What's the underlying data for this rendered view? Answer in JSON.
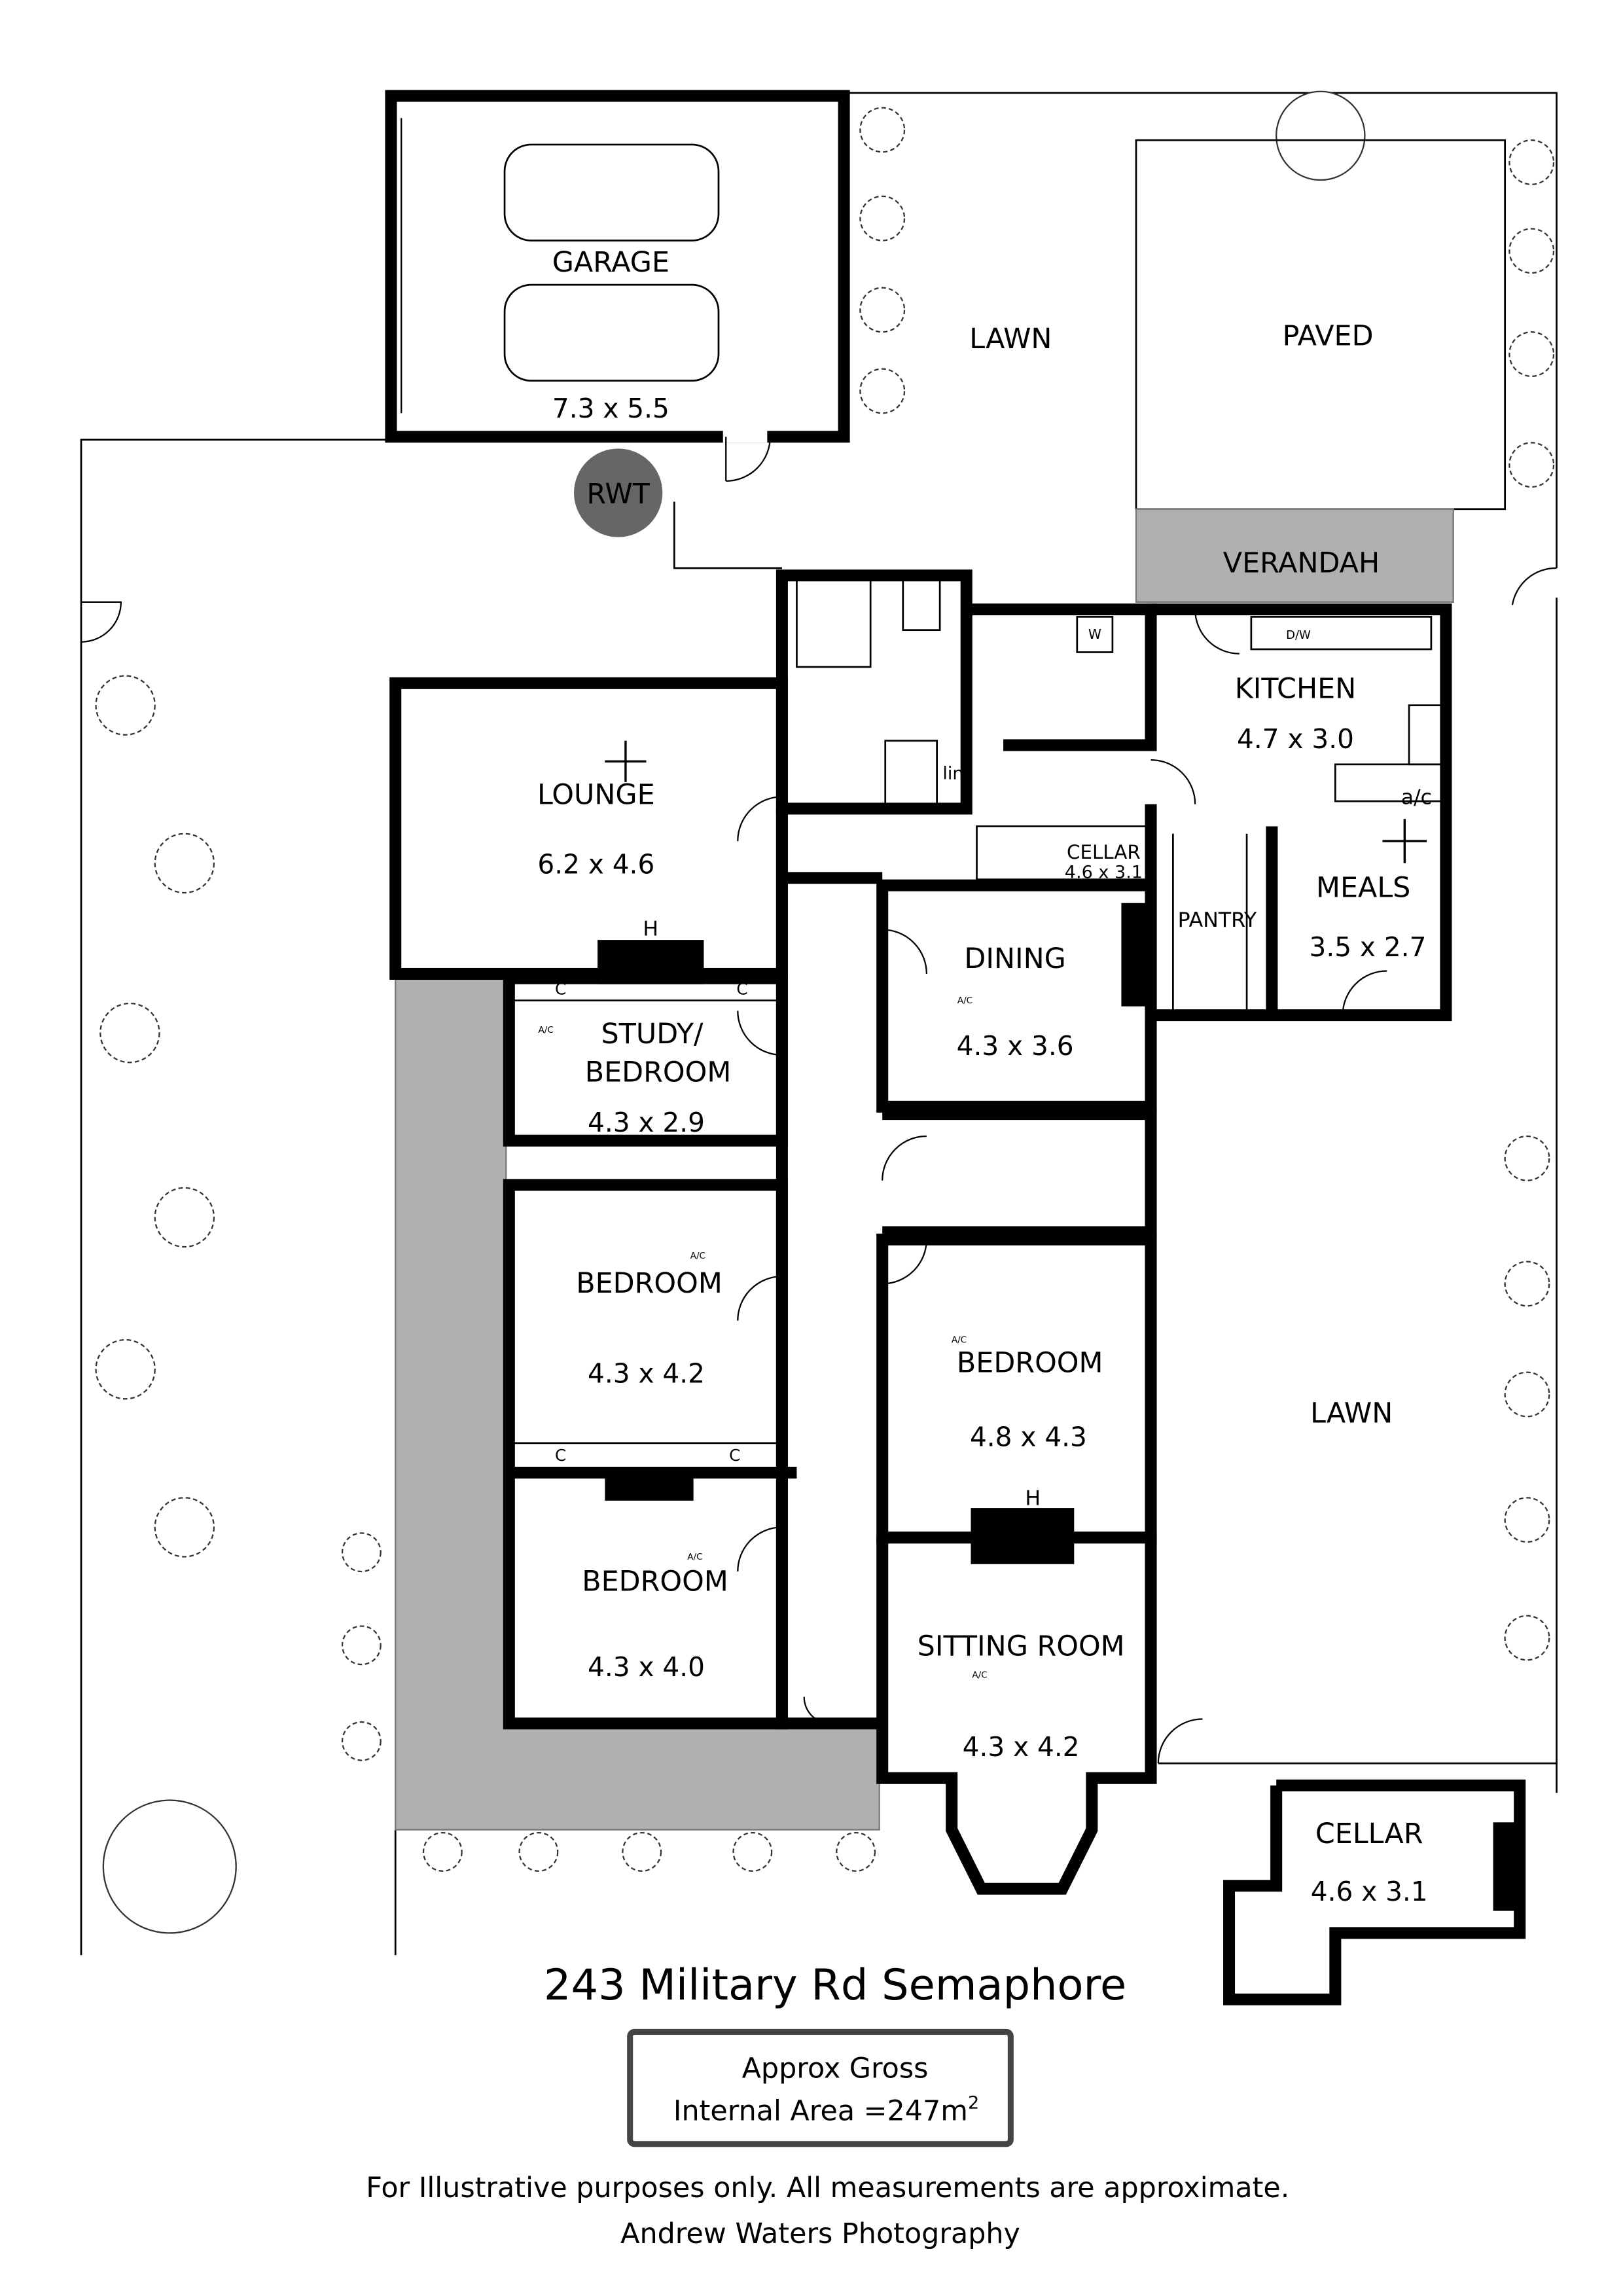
{
  "plan": {
    "garage": {
      "name": "GARAGE",
      "dims": "7.3 x 5.5"
    },
    "rwt": "RWT",
    "lawn_top": "LAWN",
    "paved": "PAVED",
    "verandah": "VERANDAH",
    "kitchen": {
      "name": "KITCHEN",
      "dims": "4.7 x 3.0"
    },
    "dw": "D/W",
    "washer": "W",
    "ac_kitchen": "a/c",
    "lounge": {
      "name": "LOUNGE",
      "dims": "6.2 x 4.6",
      "fireplace": "H"
    },
    "cellar_inner": {
      "name": "CELLAR",
      "dims": "4.6 x 3.1"
    },
    "pantry": "PANTRY",
    "meals": {
      "name": "MEALS",
      "dims": "3.5 x 2.7"
    },
    "dining": {
      "name": "DINING",
      "dims": "4.3 x 3.6",
      "ac": "A/C"
    },
    "study": {
      "name1": "STUDY/",
      "name2": "BEDROOM",
      "dims": "4.3 x 2.9",
      "ac": "A/C",
      "cupboard": "C"
    },
    "bedroom1": {
      "name": "BEDROOM",
      "dims": "4.3 x 4.2",
      "ac": "A/C",
      "cupboard": "C"
    },
    "bedroom2": {
      "name": "BEDROOM",
      "dims": "4.3 x 4.0",
      "ac": "A/C"
    },
    "bedroom3": {
      "name": "BEDROOM",
      "dims": "4.8 x 4.3",
      "ac": "A/C",
      "fireplace": "H"
    },
    "sitting": {
      "name": "SITTING ROOM",
      "dims": "4.3 x 4.2",
      "ac": "A/C"
    },
    "lawn_side": "LAWN",
    "lin": "lin",
    "cellar_outer": {
      "name": "CELLAR",
      "dims": "4.6 x 3.1"
    }
  },
  "footer": {
    "address": "243 Military Rd Semaphore",
    "area_line1": "Approx Gross",
    "area_line2": "Internal Area =247m",
    "area_sup": "2",
    "disclaimer": "For Illustrative purposes only. All measurements are approximate.",
    "credit": "Andrew Waters Photography"
  },
  "colors": {
    "paving": "#b0b0b0",
    "rwt": "#666666",
    "frame": "#444444"
  }
}
